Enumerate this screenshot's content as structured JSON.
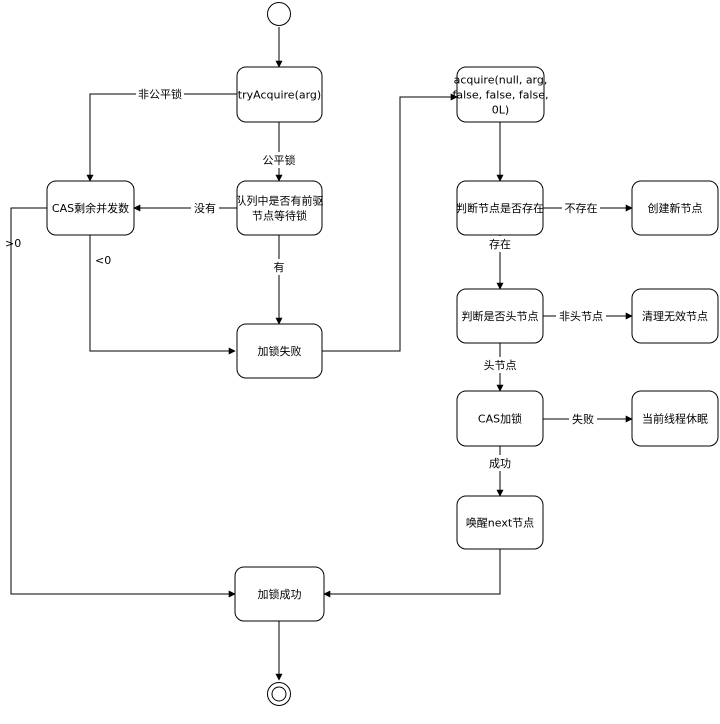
{
  "nodes": {
    "try_acquire": [
      "tryAcquire(arg)"
    ],
    "cas_remaining": [
      "CAS剩余并发数"
    ],
    "queue_check": [
      "队列中是否有前驱",
      "节点等待锁"
    ],
    "lock_fail": [
      "加锁失败"
    ],
    "acquire_call": [
      "acquire(null, arg,",
      "false, false, false,",
      "0L)"
    ],
    "node_exists": [
      "判断节点是否存在"
    ],
    "create_node": [
      "创建新节点"
    ],
    "is_head": [
      "判断是否头节点"
    ],
    "clean_invalid": [
      "清理无效节点"
    ],
    "cas_lock": [
      "CAS加锁"
    ],
    "thread_sleep": [
      "当前线程休眠"
    ],
    "wake_next": [
      "唤醒next节点"
    ],
    "lock_success": [
      "加锁成功"
    ]
  },
  "edges": {
    "unfair": "非公平锁",
    "fair": "公平锁",
    "none": "没有",
    "has": "有",
    "lt0": "<0",
    "gt0": ">0",
    "not_exist": "不存在",
    "exist": "存在",
    "not_head": "非头节点",
    "head": "头节点",
    "fail": "失败",
    "success": "成功"
  }
}
